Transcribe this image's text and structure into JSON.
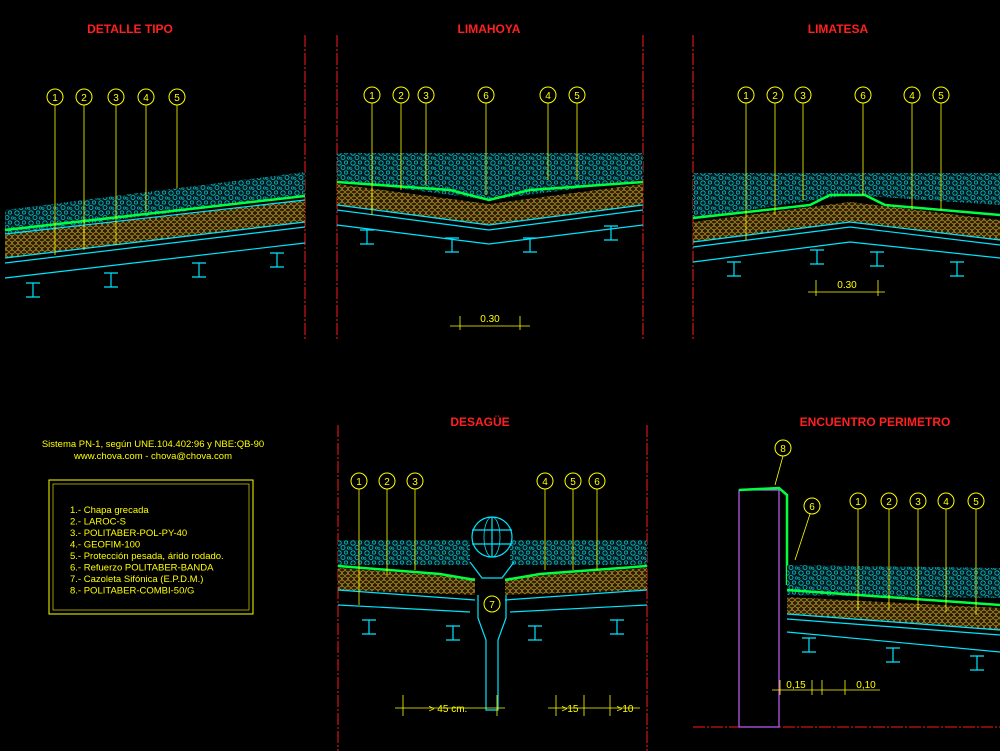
{
  "titles": {
    "detalle": "DETALLE TIPO",
    "limahoya": "LIMAHOYA",
    "limatesa": "LIMATESA",
    "desague": "DESAGÜE",
    "encuentro": "ENCUENTRO PERIMETRO"
  },
  "header": {
    "system_line": "Sistema PN-1, según UNE.104.402:96 y NBE:QB-90",
    "web_line": "www.chova.com - chova@chova.com"
  },
  "legend": [
    "1.- Chapa grecada",
    "2.- LAROC-S",
    "3.- POLITABER-POL-PY-40",
    "4.- GEOFIM-100",
    "5.- Protección pesada, árido rodado.",
    "6.- Refuerzo POLITABER-BANDA",
    "7.- Cazoleta Sifónica (E.P.D.M.)",
    "8.- POLITABER-COMBI-50/G"
  ],
  "bubbles": {
    "detalle": [
      "1",
      "2",
      "3",
      "4",
      "5"
    ],
    "limahoya": [
      "1",
      "2",
      "3",
      "6",
      "4",
      "5"
    ],
    "limatesa": [
      "1",
      "2",
      "3",
      "6",
      "4",
      "5"
    ],
    "desague": [
      "1",
      "2",
      "3",
      "4",
      "5",
      "6"
    ],
    "desague_drain": "7",
    "encuentro": [
      "1",
      "2",
      "3",
      "4",
      "5"
    ],
    "encuentro_8": "8",
    "encuentro_6": "6"
  },
  "dims": {
    "limahoya": "0.30",
    "limatesa": "0.30",
    "desague_a": "> 45 cm.",
    "desague_b": ">15",
    "desague_c": ">10",
    "encuentro_a": "0,15",
    "encuentro_b": "0,10"
  },
  "colors": {
    "title": "#ff2020",
    "text": "#ffff00",
    "steel": "#00e5ff",
    "membrane": "#00ff40",
    "gravel": "#00bfcf",
    "insulation": "#c8a020",
    "frame": "#ff1a1a"
  }
}
